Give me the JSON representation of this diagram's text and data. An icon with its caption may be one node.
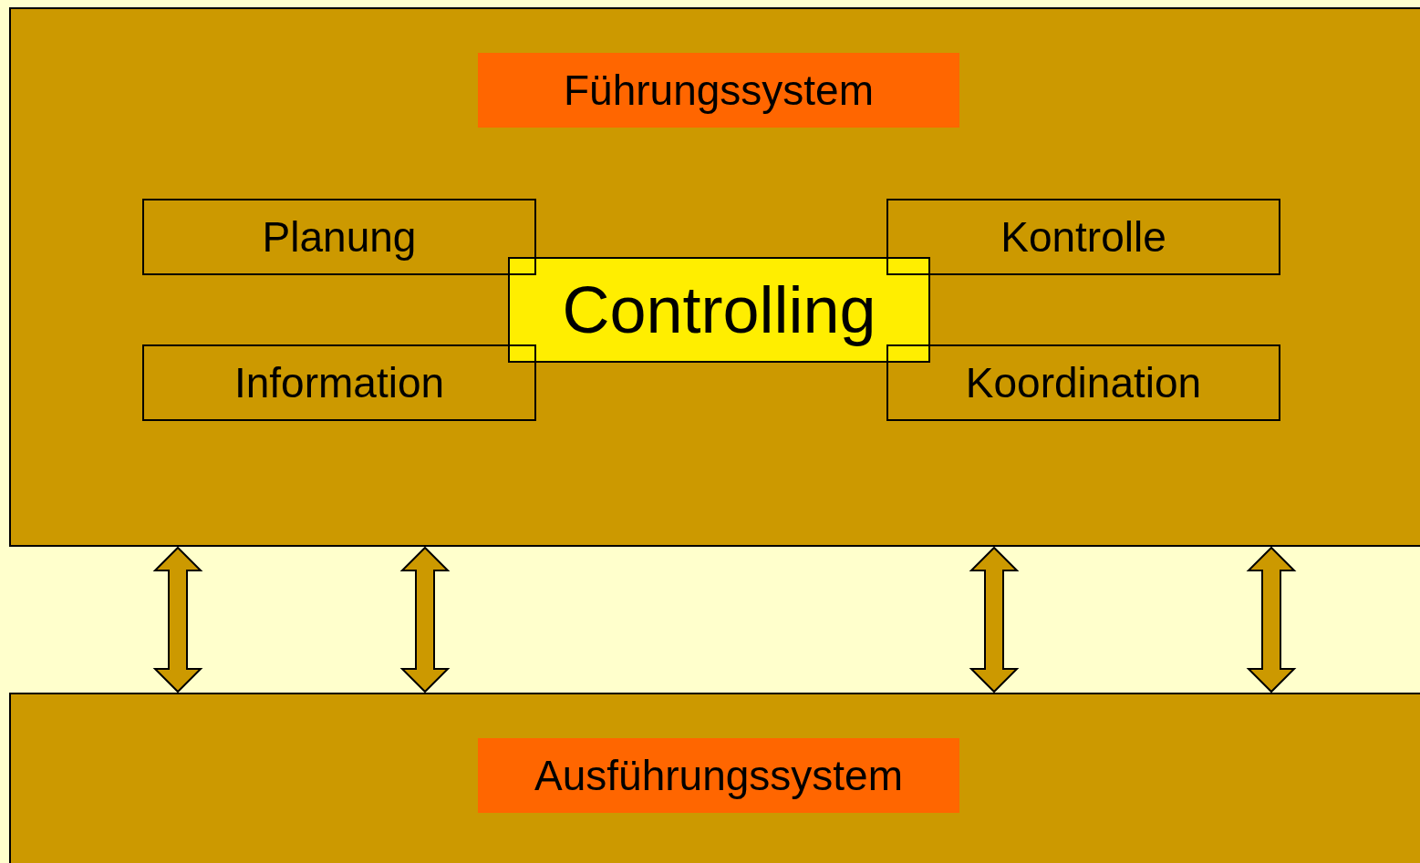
{
  "diagram": {
    "nodes": [
      {
        "text": [],
        "shape": "box"
      },
      {
        "text": [
          "Führungssystem"
        ],
        "in": 0
      },
      {
        "text": [
          "Planung"
        ],
        "in": 0
      },
      {
        "text": [
          "Kontrolle"
        ],
        "in": 0
      },
      {
        "text": [
          "Controlling"
        ],
        "in": 0
      },
      {
        "text": [
          "Information"
        ],
        "in": 0
      },
      {
        "text": [
          "Koordination"
        ],
        "in": 0
      },
      {
        "text": [],
        "shape": "box"
      },
      {
        "text": [
          "Ausführungssystem"
        ],
        "in": 7
      }
    ],
    "edges": [
      {
        "from": 0,
        "to": 7,
        "arrow": "both"
      },
      {
        "from": 0,
        "to": 7,
        "arrow": "both"
      },
      {
        "from": 0,
        "to": 7,
        "arrow": "both"
      },
      {
        "from": 0,
        "to": 7,
        "arrow": "both"
      }
    ]
  }
}
